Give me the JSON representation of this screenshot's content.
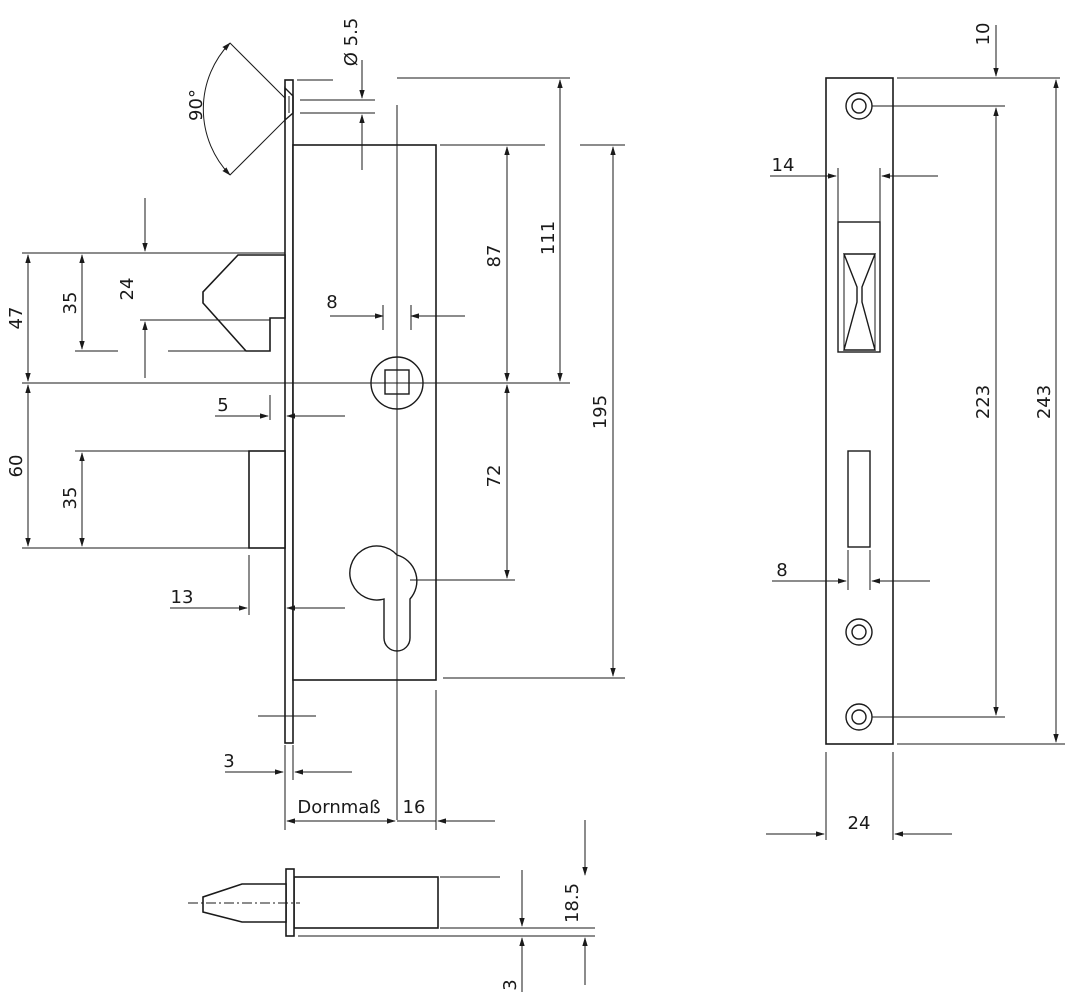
{
  "labels": {
    "angle": "90°",
    "hole_diameter": "Ø 5.5",
    "top_offset": "10",
    "d111": "111",
    "d87": "87",
    "d195": "195",
    "d72": "72",
    "d8_follower": "8",
    "d47": "47",
    "d35_latch": "35",
    "d24_latch": "24",
    "d5": "5",
    "d60": "60",
    "d35_bolt": "35",
    "d13": "13",
    "d3_plate": "3",
    "dornmass": "Dornmaß",
    "d16": "16",
    "d14": "14",
    "d223": "223",
    "d243": "243",
    "d8_strike": "8",
    "d24_width": "24",
    "d18_5": "18.5",
    "d3_bottom": "3"
  }
}
